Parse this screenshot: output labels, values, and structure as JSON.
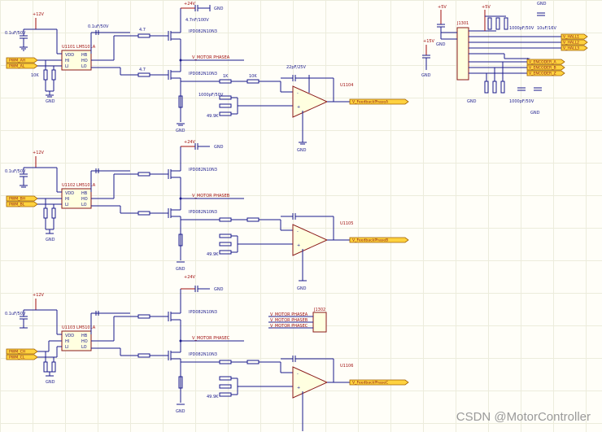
{
  "watermark": "CSDN @MotorController",
  "labels": {
    "pwr_12v": "+12V",
    "pwr_24v": "+24V",
    "pwr_15v": "+15V",
    "pwr_5v": "+5V",
    "gnd": "GND",
    "v_out_a": "V_FeedbackPhaseA",
    "v_out_b": "V_FeedbackPhaseB",
    "v_out_c": "V_FeedbackPhaseC",
    "motor_a": "V_MOTOR PHASEA",
    "motor_b": "V_MOTOR PHASEB",
    "motor_c": "V_MOTOR PHASEC",
    "hin_a": "PWM_AH",
    "lin_a": "PWM_AL",
    "hin_b": "PWM_BH",
    "lin_b": "PWM_BL",
    "hin_c": "PWM_CH",
    "lin_c": "PWM_CL",
    "driver_a": "U1101 LM5101A",
    "driver_b": "U1102 LM5101A",
    "driver_c": "U1103 LM5101A",
    "opamp_a": "U1104",
    "opamp_b": "U1105",
    "opamp_c": "U1106",
    "mosfet": "IPD082N10N3",
    "connector_top": "J1301",
    "connector_mid": "J1302",
    "hall_a": "V_HALL1",
    "hall_b": "V_HALL2",
    "hall_c": "V_HALL3",
    "enc_a": "V_ENCODER_A",
    "enc_b": "V_ENCODER_B",
    "enc_z": "V_ENCODER_Z",
    "mid_a": "V_MOTOR PHASEA",
    "mid_b": "V_MOTOR PHASEB",
    "mid_c": "V_MOTOR PHASEC",
    "cap_100nf": "0.1uF/50V",
    "cap_22pf": "22pF/25V",
    "res_4k7": "4.7",
    "res_10k": "10K",
    "res_499k": "49.9K",
    "res_1k": "1K",
    "cap_1000pf": "1000pF/50V",
    "cap_4n7": "4.7nF/100V",
    "cap_10uf": "10uF/16V"
  }
}
